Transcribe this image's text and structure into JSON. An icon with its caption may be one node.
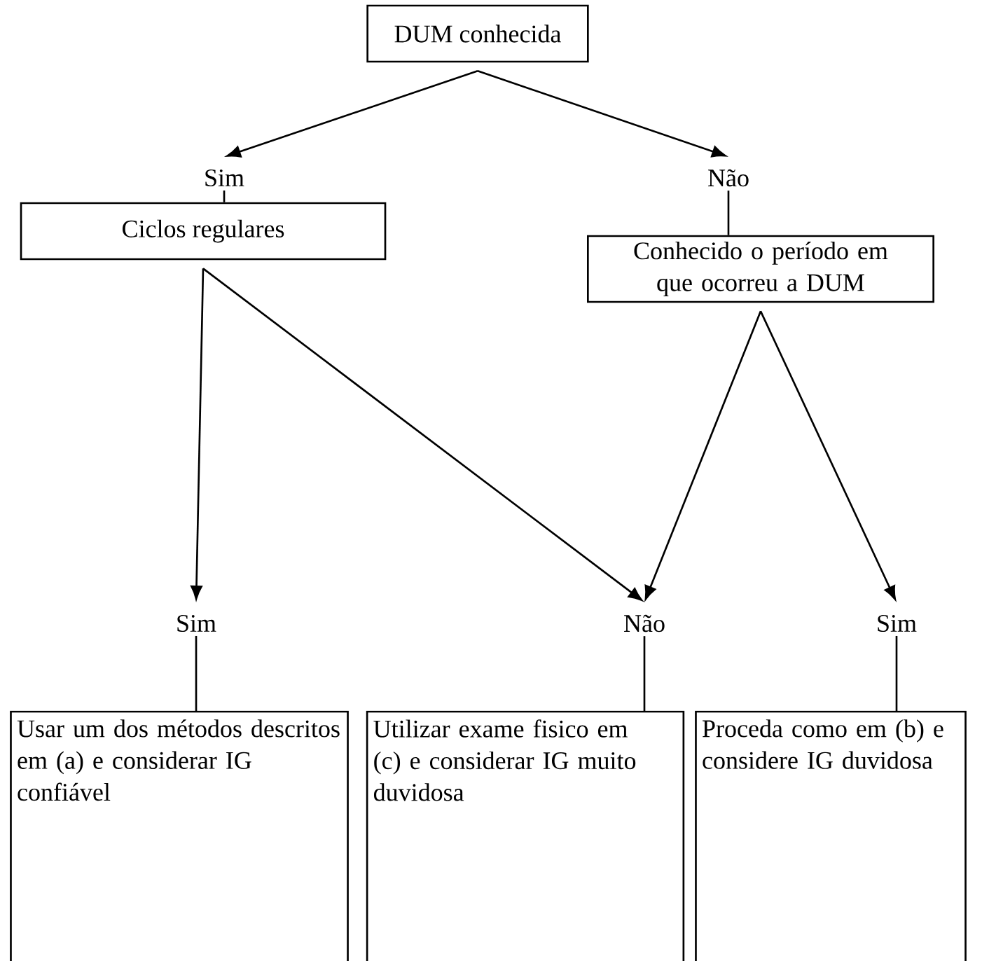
{
  "diagram": {
    "nodes": [
      {
        "text": [
          "DUM conhecida"
        ]
      },
      {
        "text": [
          "Sim"
        ]
      },
      {
        "text": [
          "Não"
        ]
      },
      {
        "text": [
          "Ciclos regulares"
        ]
      },
      {
        "text": [
          "Conhecido o período em que ocorreu a DUM"
        ]
      },
      {
        "text": [
          "Sim"
        ]
      },
      {
        "text": [
          "Não"
        ]
      },
      {
        "text": [
          "Sim"
        ]
      },
      {
        "text": [
          "Usar um dos métodos descritos em (a) e considerar IG confiável"
        ]
      },
      {
        "text": [
          "Utilizar exame fisico em (c) e considerar IG muito duvidosa"
        ]
      },
      {
        "text": [
          "Proceda como em (b) e considere IG duvidosa"
        ]
      }
    ],
    "edges": [
      {
        "from": 0,
        "to": 1,
        "arrow": "to"
      },
      {
        "from": 0,
        "to": 2,
        "arrow": "to"
      },
      {
        "from": 1,
        "to": 3,
        "arrow": "none"
      },
      {
        "from": 2,
        "to": 4,
        "arrow": "none"
      },
      {
        "from": 3,
        "to": 5,
        "arrow": "to"
      },
      {
        "from": 3,
        "to": 6,
        "arrow": "to"
      },
      {
        "from": 4,
        "to": 6,
        "arrow": "to"
      },
      {
        "from": 4,
        "to": 7,
        "arrow": "to"
      },
      {
        "from": 5,
        "to": 8,
        "arrow": "none"
      },
      {
        "from": 6,
        "to": 9,
        "arrow": "none"
      },
      {
        "from": 7,
        "to": 10,
        "arrow": "none"
      }
    ]
  }
}
